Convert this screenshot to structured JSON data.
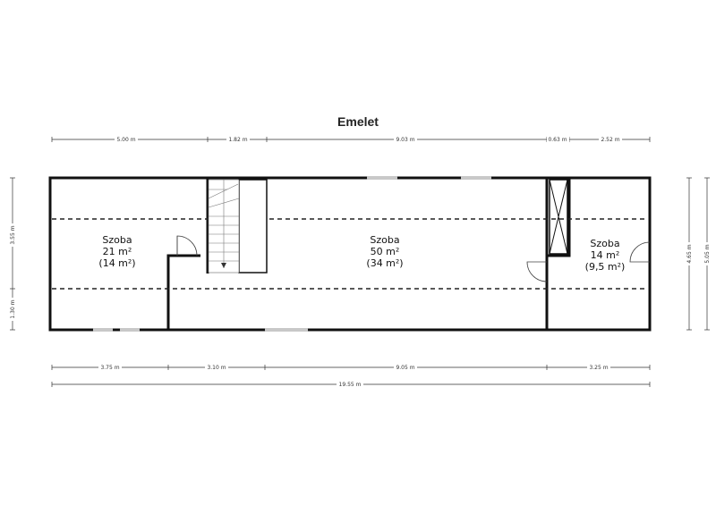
{
  "title": "Emelet",
  "rooms": [
    {
      "name": "Szoba",
      "area": "21 m²",
      "floor_area": "(14 m²)"
    },
    {
      "name": "Szoba",
      "area": "50 m²",
      "floor_area": "(34 m²)"
    },
    {
      "name": "Szoba",
      "area": "14 m²",
      "floor_area": "(9,5 m²)"
    }
  ],
  "dimensions": {
    "top": [
      "5.00 m",
      "1.82 m",
      "9.03 m",
      "0.63 m",
      "2.52 m"
    ],
    "bottom": [
      "3.75 m",
      "3.10 m",
      "9.05 m",
      "3.25 m"
    ],
    "total": "19.55 m",
    "left": [
      "3.55 m",
      "1.30 m"
    ],
    "right": [
      "4.65 m",
      "5.05 m"
    ]
  },
  "colors": {
    "wall": "#111111",
    "dim_line": "#333333",
    "window": "#bfbfbf"
  }
}
